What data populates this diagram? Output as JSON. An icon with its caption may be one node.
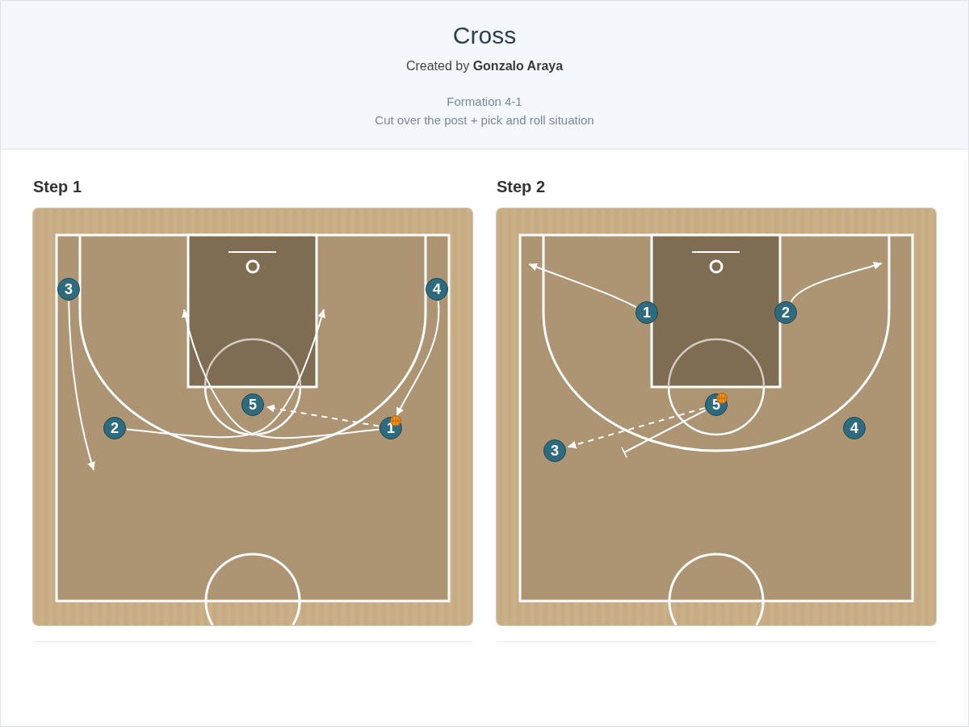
{
  "diagram": {
    "title": "Cross",
    "nodes": [
      {
        "text": [
          "Step 1"
        ]
      },
      {
        "text": [
          "3"
        ],
        "in": 0
      },
      {
        "text": [
          "4"
        ],
        "in": 0
      },
      {
        "text": [
          "5"
        ],
        "in": 0
      },
      {
        "text": [
          "2"
        ],
        "in": 0
      },
      {
        "text": [
          "1"
        ],
        "in": 0
      },
      {
        "text": [
          "Step 2"
        ]
      },
      {
        "text": [
          "1"
        ],
        "in": 6
      },
      {
        "text": [
          "2"
        ],
        "in": 6
      },
      {
        "text": [
          "5"
        ],
        "in": 6
      },
      {
        "text": [
          "4"
        ],
        "in": 6
      },
      {
        "text": [
          "3"
        ],
        "in": 6
      }
    ],
    "edges": [
      {
        "from": 1,
        "to": null,
        "arrow": "to"
      },
      {
        "from": 2,
        "to": 5,
        "arrow": "to"
      },
      {
        "from": 4,
        "to": null,
        "arrow": "to"
      },
      {
        "from": 5,
        "to": null,
        "arrow": "to"
      },
      {
        "from": 5,
        "to": 3,
        "arrow": "to",
        "style": "dashed"
      },
      {
        "from": 7,
        "to": null,
        "arrow": "to"
      },
      {
        "from": 8,
        "to": null,
        "arrow": "to"
      },
      {
        "from": 9,
        "to": 11,
        "arrow": "to",
        "style": "dashed"
      },
      {
        "from": 9,
        "to": null,
        "arrow": "other"
      }
    ],
    "labels": [
      "Created by **Gonzalo Araya**",
      "Formation 4-1",
      "Cut over the post + pick and roll situation"
    ]
  }
}
